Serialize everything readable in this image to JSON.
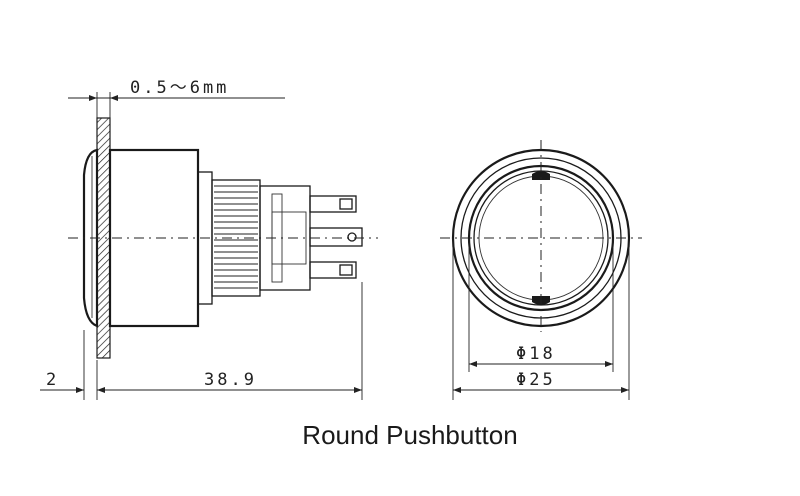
{
  "diagram": {
    "caption": "Round Pushbutton",
    "dimensions": {
      "panel_thickness": "0.5～6mm",
      "bezel_depth": "2",
      "body_length": "38.9",
      "inner_diameter": "Φ18",
      "outer_diameter": "Φ25"
    }
  },
  "colors": {
    "line": "#1a1a1a",
    "background": "#ffffff"
  }
}
